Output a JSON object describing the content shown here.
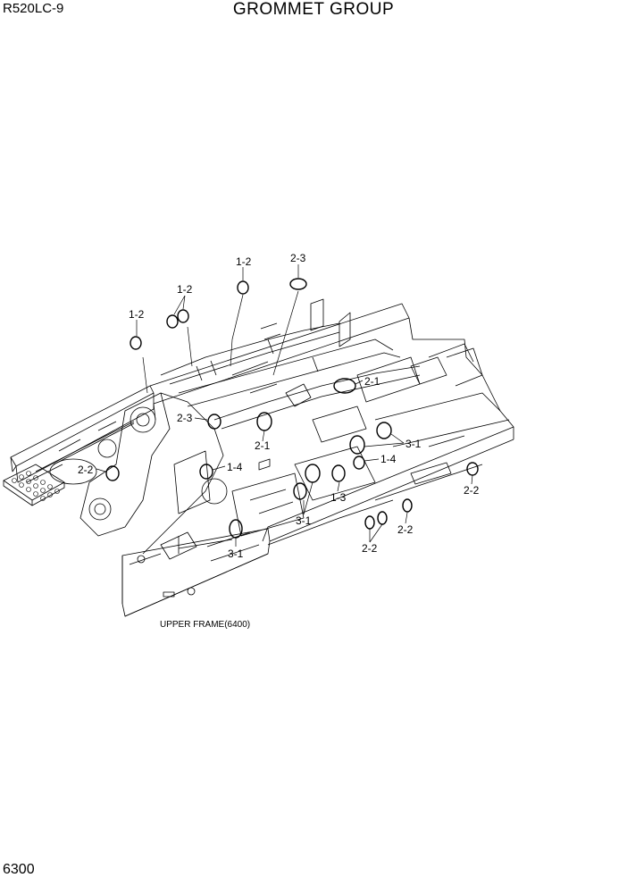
{
  "header": {
    "model": "R520LC-9",
    "title": "GROMMET GROUP"
  },
  "footer": {
    "page_number": "6300"
  },
  "assembly_label": "UPPER FRAME(6400)",
  "callouts": [
    {
      "id": "c1",
      "label": "1-2"
    },
    {
      "id": "c2",
      "label": "2-3"
    },
    {
      "id": "c3",
      "label": "1-2"
    },
    {
      "id": "c4",
      "label": "1-2"
    },
    {
      "id": "c5",
      "label": "2-1"
    },
    {
      "id": "c6",
      "label": "2-3"
    },
    {
      "id": "c7",
      "label": "2-1"
    },
    {
      "id": "c8",
      "label": "3-1"
    },
    {
      "id": "c9",
      "label": "1-4"
    },
    {
      "id": "c10",
      "label": "2-2"
    },
    {
      "id": "c11",
      "label": "1-4"
    },
    {
      "id": "c12",
      "label": "1-3"
    },
    {
      "id": "c13",
      "label": "3-1"
    },
    {
      "id": "c14",
      "label": "2-2"
    },
    {
      "id": "c15",
      "label": "2-2"
    },
    {
      "id": "c16",
      "label": "2-2"
    },
    {
      "id": "c17",
      "label": "3-1"
    }
  ]
}
